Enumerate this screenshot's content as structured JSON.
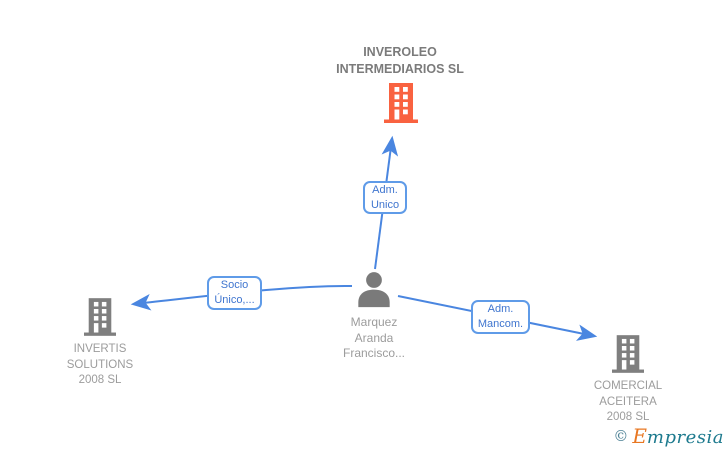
{
  "diagram": {
    "type": "corporate-relationship-graph",
    "nodes": {
      "company_top": {
        "line1": "INVEROLEO",
        "line2": "INTERMEDIARIOS SL",
        "icon": "building-icon",
        "icon_color": "#f96240"
      },
      "person_center": {
        "line1": "Marquez",
        "line2": "Aranda",
        "line3": "Francisco...",
        "icon": "person-icon",
        "icon_color": "#7f7f7f"
      },
      "company_left": {
        "line1": "INVERTIS",
        "line2": "SOLUTIONS",
        "line3": "2008 SL",
        "icon": "building-icon",
        "icon_color": "#7f7f7f"
      },
      "company_right": {
        "line1": "COMERCIAL",
        "line2": "ACEITERA",
        "line3": "2008 SL",
        "icon": "building-icon",
        "icon_color": "#7f7f7f"
      }
    },
    "edges": {
      "adm_unico": {
        "line1": "Adm.",
        "line2": "Unico",
        "from": "person_center",
        "to": "company_top"
      },
      "socio_unico": {
        "line1": "Socio",
        "line2": "Único,...",
        "from": "person_center",
        "to": "company_left"
      },
      "adm_mancom": {
        "line1": "Adm.",
        "line2": "Mancom.",
        "from": "person_center",
        "to": "company_right"
      }
    },
    "colors": {
      "edge_line": "#4a86e0",
      "edge_box_border": "#5f9be8",
      "edge_box_text": "#3f75cf",
      "title_text": "#7b7b7b",
      "label_text": "#9c9c9c",
      "building_orange": "#f96240",
      "icon_gray": "#7f7f7f"
    }
  },
  "watermark": {
    "copyright": "©",
    "brand_first_letter": "E",
    "brand_rest": "mpresia"
  }
}
